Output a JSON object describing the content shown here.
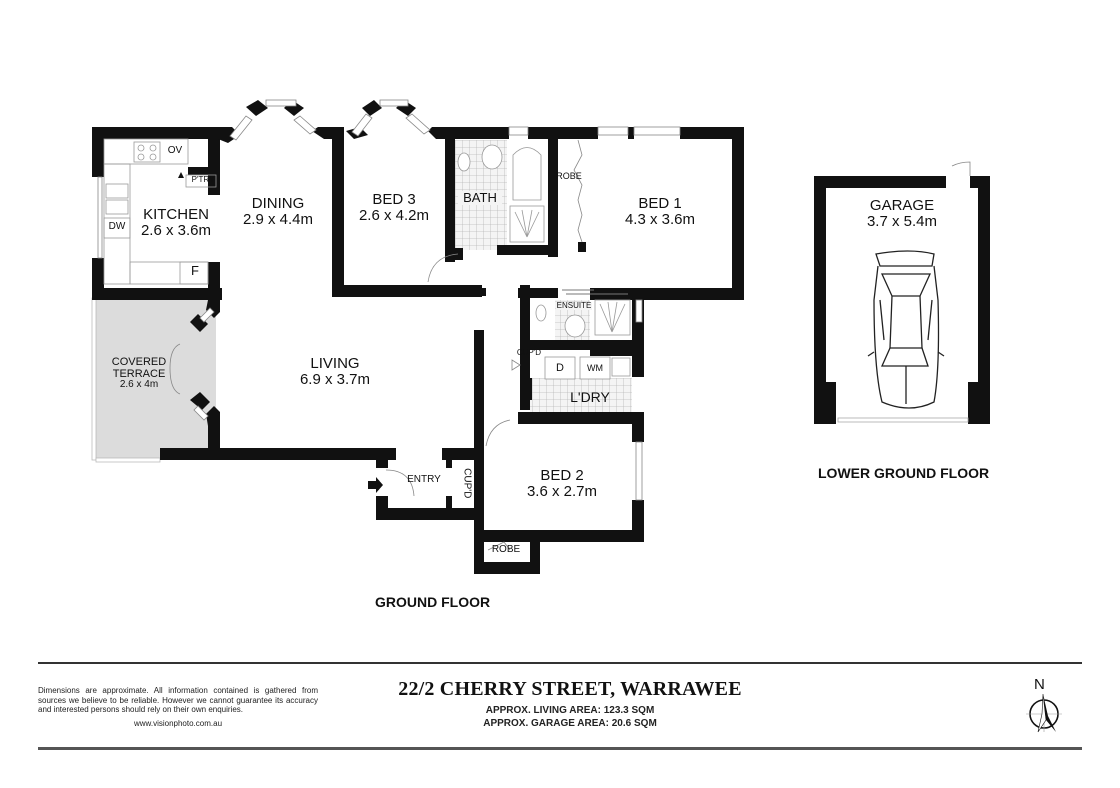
{
  "floors": {
    "ground": {
      "title": "GROUND FLOOR",
      "rooms": {
        "kitchen": {
          "name": "KITCHEN",
          "size": "2.6 x 3.6m"
        },
        "dining": {
          "name": "DINING",
          "size": "2.9 x 4.4m"
        },
        "bed3": {
          "name": "BED 3",
          "size": "2.6 x 4.2m"
        },
        "bath": {
          "name": "BATH"
        },
        "bed1": {
          "name": "BED 1",
          "size": "4.3 x 3.6m"
        },
        "bed1_robe": {
          "name": "ROBE"
        },
        "living": {
          "name": "LIVING",
          "size": "6.9 x 3.7m"
        },
        "terrace": {
          "name_line1": "COVERED",
          "name_line2": "TERRACE",
          "size": "2.6 x 4m"
        },
        "ensuite": {
          "name": "ENSUITE"
        },
        "cupd_hall": {
          "name": "CUP'D"
        },
        "laundry": {
          "name": "L'DRY",
          "dryer": "D",
          "washer": "WM"
        },
        "entry": {
          "name": "ENTRY"
        },
        "cupd_entry": {
          "name": "CUP'D"
        },
        "bed2": {
          "name": "BED 2",
          "size": "3.6 x 2.7m"
        },
        "bed2_robe": {
          "name": "ROBE"
        }
      },
      "fixtures": {
        "oven": "OV",
        "pantry": "P'TRY",
        "dishwasher": "DW",
        "fridge": "F"
      }
    },
    "lower_ground": {
      "title": "LOWER GROUND FLOOR",
      "rooms": {
        "garage": {
          "name": "GARAGE",
          "size": "3.7 x 5.4m"
        }
      }
    }
  },
  "footer": {
    "disclaimer": "Dimensions are approximate. All information contained is gathered from sources we believe to be reliable. However we cannot guarantee its accuracy and interested persons should rely on their own enquiries.",
    "website": "www.visionphoto.com.au",
    "address": "22/2 CHERRY STREET, WARRAWEE",
    "living_area": "APPROX. LIVING AREA: 123.3 SQM",
    "garage_area": "APPROX. GARAGE AREA: 20.6 SQM",
    "compass": "N"
  },
  "colors": {
    "wall": "#111111",
    "terrace_fill": "#dcdcdc",
    "tile_line": "#bbbbbb",
    "rule": "#333333"
  }
}
